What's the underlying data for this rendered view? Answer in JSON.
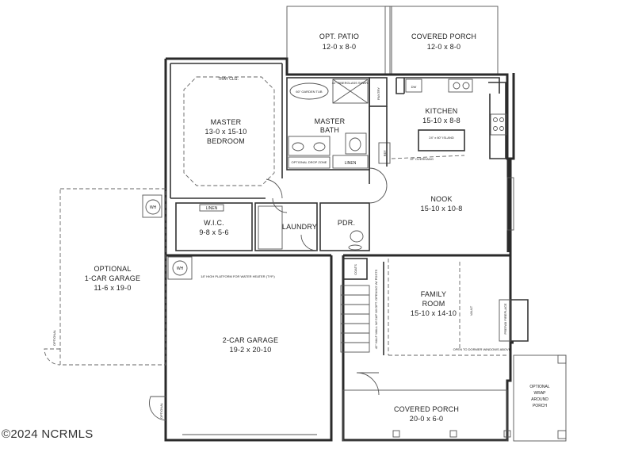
{
  "rooms": {
    "opt_patio": {
      "name": "OPT. PATIO",
      "dims": "12-0 x 8-0"
    },
    "covered_porch_top": {
      "name": "COVERED PORCH",
      "dims": "12-0 x 8-0"
    },
    "master": {
      "name": "MASTER",
      "dims": "13-0 x 15-10",
      "name2": "BEDROOM"
    },
    "master_bath": {
      "name": "MASTER",
      "name2": "BATH"
    },
    "kitchen": {
      "name": "KITCHEN",
      "dims": "15-10 x 8-8"
    },
    "nook": {
      "name": "NOOK",
      "dims": "15-10 x 10-8"
    },
    "wic": {
      "name": "W.I.C.",
      "dims": "9-8 x 5-6"
    },
    "laundry": {
      "name": "LAUNDRY"
    },
    "pdr": {
      "name": "PDR."
    },
    "opt_garage": {
      "name": "OPTIONAL",
      "name2": "1-CAR GARAGE",
      "dims": "11-6 x 19-0"
    },
    "garage": {
      "name": "2-CAR GARAGE",
      "dims": "19-2 x 20-10"
    },
    "family": {
      "name": "FAMILY",
      "name2": "ROOM",
      "dims": "15-10 x 14-10"
    },
    "covered_porch_bottom": {
      "name": "COVERED PORCH",
      "dims": "20-0 x 6-0"
    },
    "wrap_porch": {
      "line1": "OPTIONAL",
      "line2": "WRAP",
      "line3": "AROUND",
      "line4": "PORCH"
    }
  },
  "notes": {
    "tray_clg": "TRAY CLG.",
    "garden_tub": "60\" GARDEN TUB",
    "fiberglass_shwr": "42\" FIBERGLASS SHWR.",
    "pantry": "PANTRY",
    "dw": "DW",
    "island": "24\" x 60\" ISLAND",
    "overhang": "12\" OVERHANG",
    "ref": "REF.",
    "drop_zone": "OPTIONAL DROP ZONE",
    "linen": "LINEN",
    "linen_wic": "LINEN",
    "wh": "WH",
    "wh2": "WH",
    "platform_note": "18\" HIGH PLATFORM FOR WATER HEATER (TYP.)",
    "coats": "COATS",
    "half_wall": "42\" HALF WALL W/ CAP W/ OPT. OPENING W/ POSTS",
    "vault": "VAULT",
    "prefab_fireplace": "PREFAB FIREPLACE",
    "open_to_dormer": "OPEN TO DORMER WINDOWS ABOVE",
    "optional_door_1": "OPTIONAL",
    "optional_door_2": "OPTIONAL"
  },
  "watermark": "©2024 NCRMLS"
}
